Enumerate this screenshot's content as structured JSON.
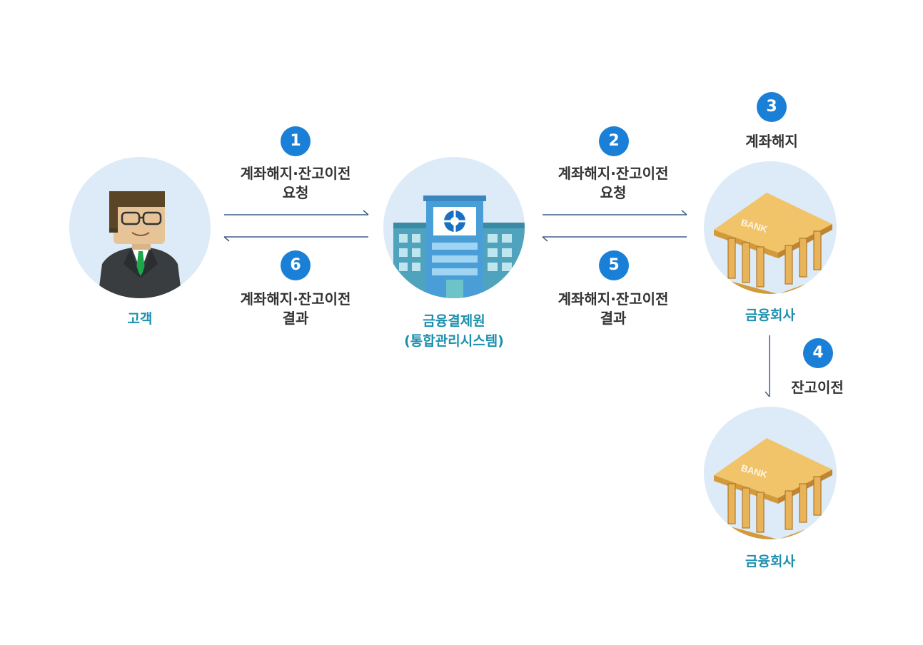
{
  "nodes": {
    "customer": {
      "label": "고객",
      "icon": "customer-icon"
    },
    "clearing_house": {
      "label_line1": "금융결제원",
      "label_line2": "(통합관리시스템)",
      "icon": "building-icon"
    },
    "bank_top": {
      "label": "금융회사",
      "icon": "bank-icon",
      "sign": "BANK"
    },
    "bank_bottom": {
      "label": "금융회사",
      "icon": "bank-icon",
      "sign": "BANK"
    }
  },
  "steps": [
    {
      "number": "1",
      "line1": "계좌해지·잔고이전",
      "line2": "요청"
    },
    {
      "number": "2",
      "line1": "계좌해지·잔고이전",
      "line2": "요청"
    },
    {
      "number": "3",
      "line1": "계좌해지"
    },
    {
      "number": "4",
      "line1": "잔고이전"
    },
    {
      "number": "5",
      "line1": "계좌해지·잔고이전",
      "line2": "결과"
    },
    {
      "number": "6",
      "line1": "계좌해지·잔고이전",
      "line2": "결과"
    }
  ],
  "colors": {
    "badge": "#1a7fd6",
    "node_label": "#1b8fae",
    "circle_bg": "#dcebf7",
    "arrow": "#3d5f86"
  }
}
